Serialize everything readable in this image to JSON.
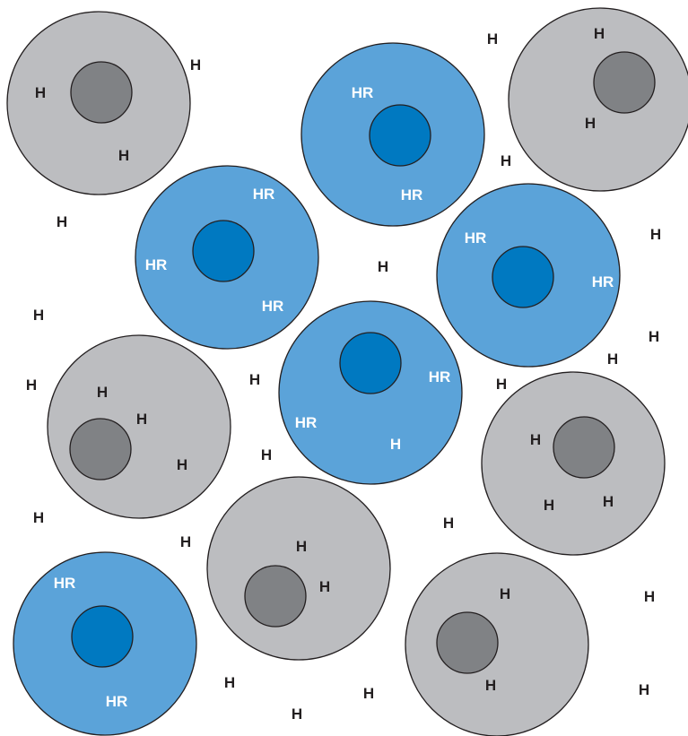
{
  "molecule": "H",
  "receptor": "HR",
  "target_cell_label": "HR",
  "colors": {
    "non_target_cell": "#bcbdc0",
    "non_target_nucleus": "#808285",
    "target_cell": "#5ba3d9",
    "target_nucleus": "#0079c1",
    "free_label": "#231f20",
    "receptor_label": "#ffffff"
  },
  "counts": {
    "non_target_cells": 6,
    "target_cells": 5
  }
}
